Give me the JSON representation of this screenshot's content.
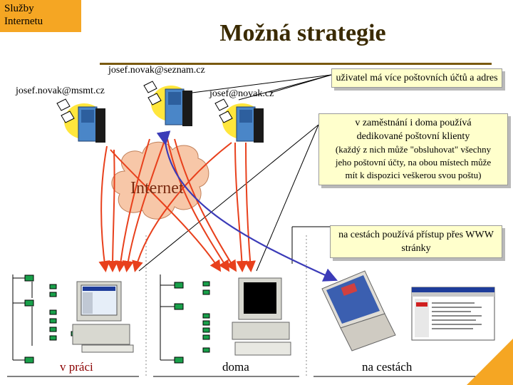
{
  "corner_label": [
    "Služby",
    "Internetu"
  ],
  "title": "Možná strategie",
  "addresses": {
    "seznam": "josef.novak@seznam.cz",
    "msmt": "josef.novak@msmt.cz",
    "novak": "josef@novak.cz"
  },
  "internet_label": "Internet",
  "callouts": {
    "accounts": "uživatel má více poštovních účtů a adres",
    "clients_bold": "v zaměstnání i doma používá dedikované poštovní klienty",
    "clients_note": "(každý z nich může \"obsluhovat\" všechny jeho poštovní účty, na obou místech může mít k dispozici veškerou svou poštu)",
    "web": "na cestách používá přístup přes WWW stránky"
  },
  "locations": {
    "work": "v práci",
    "home": "doma",
    "travel": "na cestách"
  },
  "colors": {
    "accent": "#f5a623",
    "callout_bg": "#ffffcc",
    "red_arrows": "#e8401c",
    "blue_arrow": "#3b3bb8",
    "cloud": "#f7c7a8",
    "work_label": "#8b0000"
  }
}
